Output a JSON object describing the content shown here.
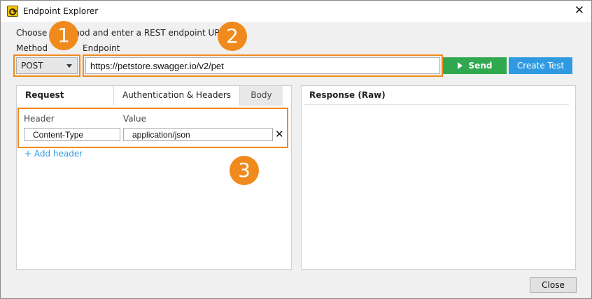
{
  "window": {
    "title": "Endpoint Explorer",
    "close_glyph": "✕"
  },
  "form": {
    "instruction": "Choose a method and enter a REST endpoint URL",
    "method_label": "Method",
    "endpoint_label": "Endpoint",
    "method_value": "POST",
    "endpoint_value": "https://petstore.swagger.io/v2/pet",
    "send_label": "Send",
    "create_test_label": "Create Test"
  },
  "request": {
    "tabs": [
      {
        "label": "Request"
      },
      {
        "label": "Authentication & Headers"
      },
      {
        "label": "Body"
      }
    ],
    "header_col_label": "Header",
    "value_col_label": "Value",
    "headers": [
      {
        "name": "Content-Type",
        "value": "application/json"
      }
    ],
    "remove_glyph": "✕",
    "add_header_label": "+ Add header"
  },
  "response": {
    "title": "Response (Raw)"
  },
  "footer": {
    "close_label": "Close"
  },
  "callouts": [
    "1",
    "2",
    "3"
  ],
  "colors": {
    "accent": "#f08a1c",
    "send": "#2fa84f",
    "create_test": "#2f9ae2",
    "link": "#2f9ae2"
  },
  "icons": {
    "app": "endpoint-explorer-app-icon",
    "close": "close-icon",
    "dropdown": "chevron-down-icon",
    "send": "play-icon",
    "remove": "remove-icon"
  }
}
